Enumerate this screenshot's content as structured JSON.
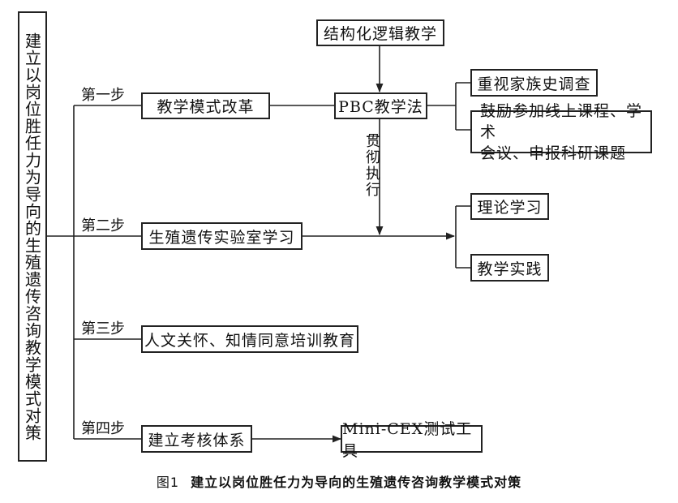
{
  "title": "建立以岗位胜任力为导向的生殖遗传咨询教学模式对策",
  "steps": {
    "step1": "第一步",
    "step2": "第二步",
    "step3": "第三步",
    "step4": "第四步"
  },
  "nodes": {
    "teaching_reform": "教学模式改革",
    "pbc": "PBC教学法",
    "structured_logic": "结构化逻辑教学",
    "family_history": "重视家族史调查",
    "encourage_line1": "鼓励参加线上课程、学术",
    "encourage_line2": "会议、申报科研课题",
    "lab_learning": "生殖遗传实验室学习",
    "theory": "理论学习",
    "practice": "教学实践",
    "humanities": "人文关怀、知情同意培训教育",
    "assessment": "建立考核体系",
    "mini_cex": "Mini-CEX测试工具"
  },
  "edge_labels": {
    "implement": "贯彻执行"
  },
  "caption": {
    "figure_label": "图1",
    "text": "建立以岗位胜任力为导向的生殖遗传咨询教学模式对策"
  }
}
